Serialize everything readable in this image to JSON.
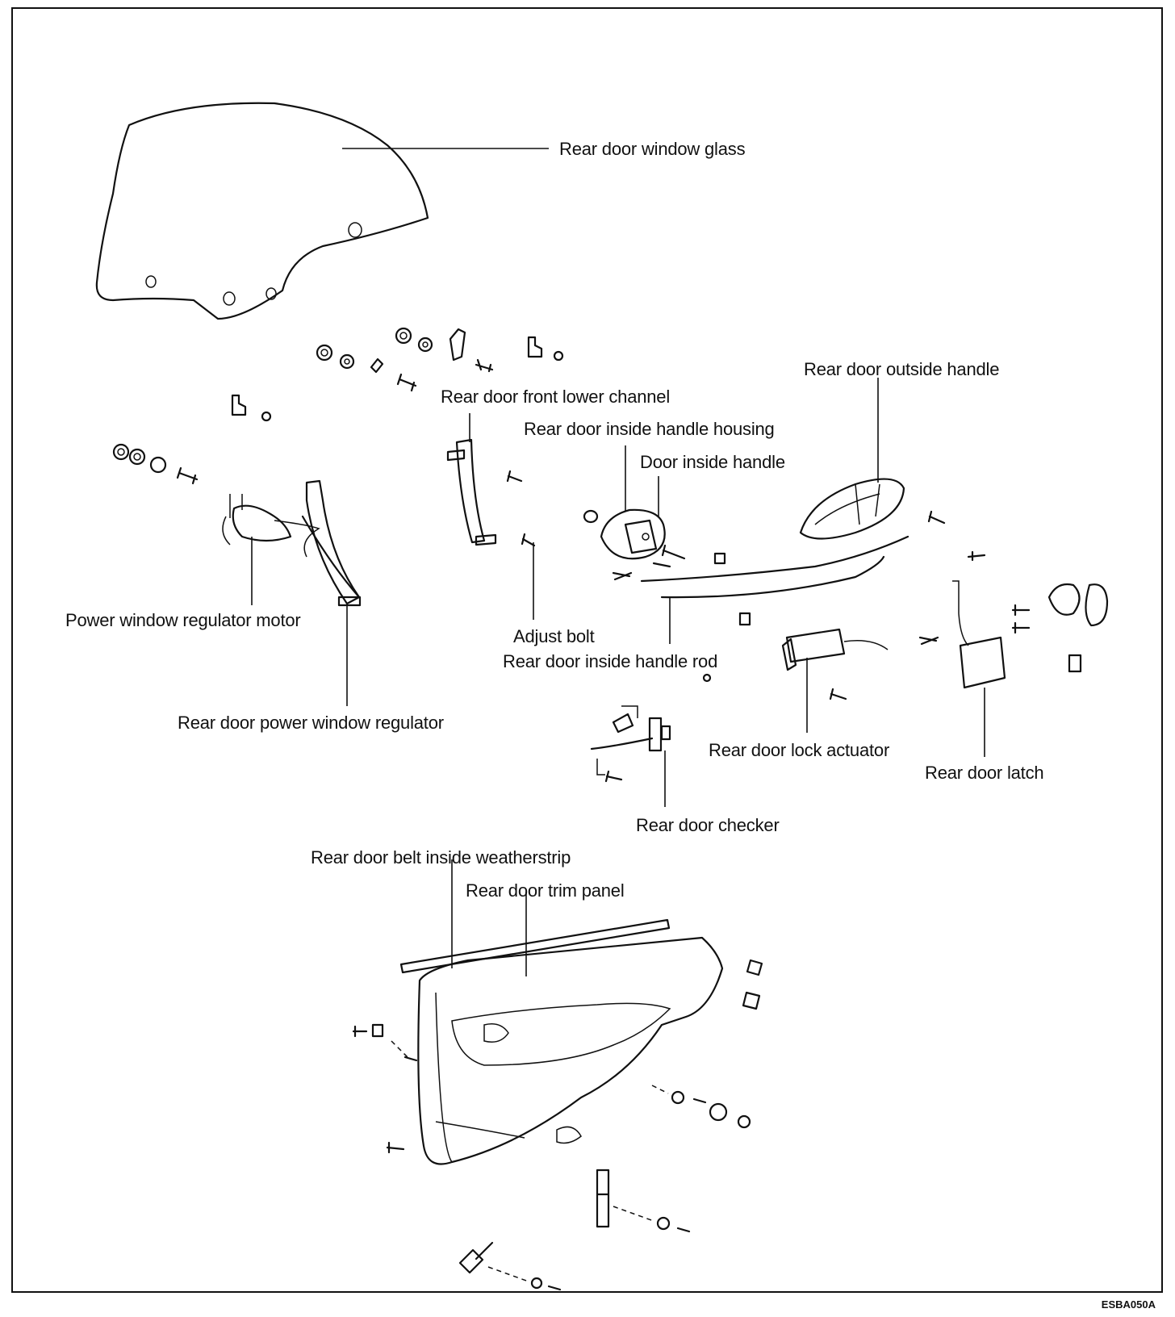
{
  "labels": {
    "window_glass": "Rear door window glass",
    "outside_handle": "Rear door outside handle",
    "front_lower_channel": "Rear door front lower channel",
    "inside_handle_housing": "Rear door inside handle housing",
    "door_inside_handle": "Door inside handle",
    "regulator_motor": "Power window regulator motor",
    "adjust_bolt": "Adjust bolt",
    "inside_handle_rod": "Rear door inside handle rod",
    "power_window_regulator": "Rear door power window regulator",
    "lock_actuator": "Rear door lock actuator",
    "latch": "Rear door latch",
    "checker": "Rear door checker",
    "belt_weatherstrip": "Rear door belt inside weatherstrip",
    "trim_panel": "Rear door trim panel"
  },
  "diagram_code": "ESBA050A"
}
